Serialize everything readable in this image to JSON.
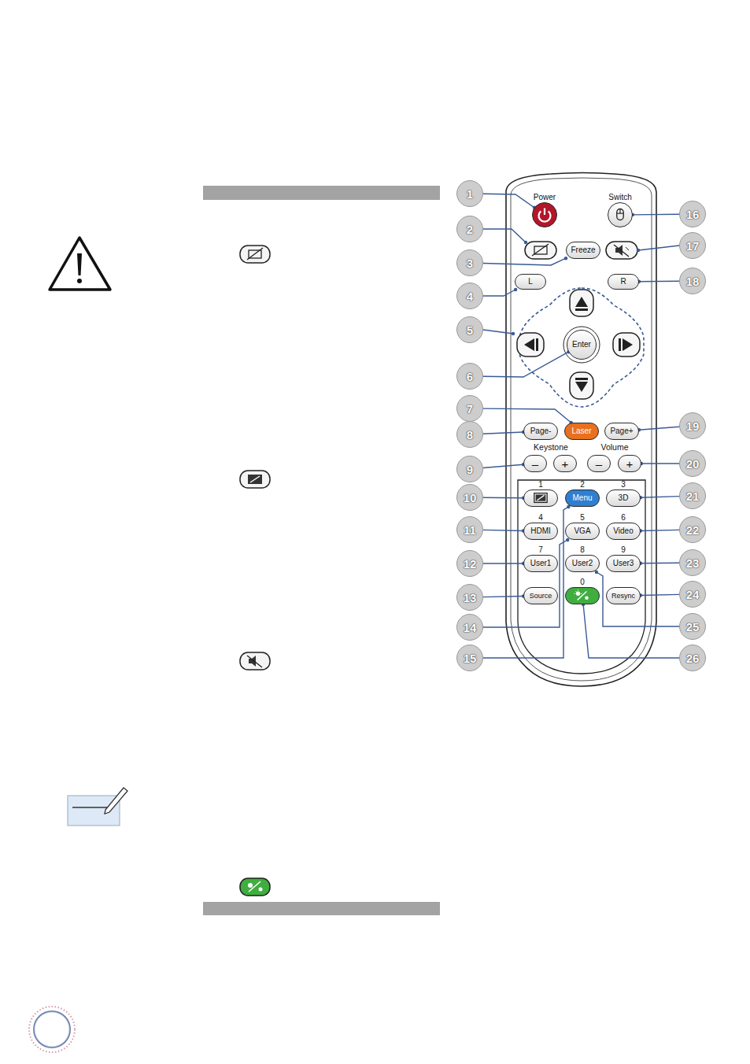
{
  "diagram": {
    "nodes": [
      {
        "text": [
          "Power"
        ]
      },
      {
        "text": [
          "Switch"
        ]
      },
      {
        "text": [
          "Freeze"
        ]
      },
      {
        "text": [
          "L"
        ]
      },
      {
        "text": [
          "R"
        ]
      },
      {
        "text": [
          "Enter"
        ]
      },
      {
        "text": [
          "Page-"
        ]
      },
      {
        "text": [
          "Laser"
        ]
      },
      {
        "text": [
          "Page+"
        ]
      },
      {
        "text": [
          "–"
        ]
      },
      {
        "text": [
          "+"
        ]
      },
      {
        "text": [
          "–"
        ]
      },
      {
        "text": [
          "+"
        ]
      },
      {
        "text": [
          "1"
        ]
      },
      {
        "text": [
          "2",
          "Menu"
        ]
      },
      {
        "text": [
          "3",
          "3D"
        ]
      },
      {
        "text": [
          "4",
          "HDMI"
        ]
      },
      {
        "text": [
          "5",
          "VGA"
        ]
      },
      {
        "text": [
          "6",
          "Video"
        ]
      },
      {
        "text": [
          "7",
          "User1"
        ]
      },
      {
        "text": [
          "8",
          "User2"
        ]
      },
      {
        "text": [
          "9",
          "User3"
        ]
      },
      {
        "text": [
          "Source"
        ]
      },
      {
        "text": [
          "0"
        ]
      },
      {
        "text": [
          "Resync"
        ]
      },
      {
        "text": [
          "1"
        ]
      },
      {
        "text": [
          "2"
        ]
      },
      {
        "text": [
          "3"
        ]
      },
      {
        "text": [
          "4"
        ]
      },
      {
        "text": [
          "5"
        ]
      },
      {
        "text": [
          "6"
        ]
      },
      {
        "text": [
          "7"
        ]
      },
      {
        "text": [
          "8"
        ]
      },
      {
        "text": [
          "9"
        ]
      },
      {
        "text": [
          "10"
        ]
      },
      {
        "text": [
          "11"
        ]
      },
      {
        "text": [
          "12"
        ]
      },
      {
        "text": [
          "13"
        ]
      },
      {
        "text": [
          "14"
        ]
      },
      {
        "text": [
          "15"
        ]
      },
      {
        "text": [
          "16"
        ]
      },
      {
        "text": [
          "17"
        ]
      },
      {
        "text": [
          "18"
        ]
      },
      {
        "text": [
          "19"
        ]
      },
      {
        "text": [
          "20"
        ]
      },
      {
        "text": [
          "21"
        ]
      },
      {
        "text": [
          "22"
        ]
      },
      {
        "text": [
          "23"
        ]
      },
      {
        "text": [
          "24"
        ]
      },
      {
        "text": [
          "25"
        ]
      },
      {
        "text": [
          "26"
        ]
      }
    ],
    "edges": [
      {
        "from": 25,
        "to": 0,
        "arrow": "none"
      },
      {
        "from": 27,
        "to": 2,
        "arrow": "none"
      },
      {
        "from": 28,
        "to": 3,
        "arrow": "none"
      },
      {
        "from": 30,
        "to": 5,
        "arrow": "none"
      },
      {
        "from": 31,
        "to": 7,
        "arrow": "none"
      },
      {
        "from": 32,
        "to": 6,
        "arrow": "none"
      },
      {
        "from": 33,
        "to": 9,
        "arrow": "none"
      },
      {
        "from": 34,
        "to": 13,
        "arrow": "none"
      },
      {
        "from": 35,
        "to": 16,
        "arrow": "none"
      },
      {
        "from": 36,
        "to": 19,
        "arrow": "none"
      },
      {
        "from": 37,
        "to": 22,
        "arrow": "none"
      },
      {
        "from": 38,
        "to": 17,
        "arrow": "none"
      },
      {
        "from": 39,
        "to": 14,
        "arrow": "none"
      },
      {
        "from": 40,
        "to": 1,
        "arrow": "none"
      },
      {
        "from": 42,
        "to": 4,
        "arrow": "none"
      },
      {
        "from": 43,
        "to": 8,
        "arrow": "none"
      },
      {
        "from": 44,
        "to": 12,
        "arrow": "none"
      },
      {
        "from": 45,
        "to": 15,
        "arrow": "none"
      },
      {
        "from": 46,
        "to": 18,
        "arrow": "none"
      },
      {
        "from": 47,
        "to": 21,
        "arrow": "none"
      },
      {
        "from": 48,
        "to": 24,
        "arrow": "none"
      },
      {
        "from": 49,
        "to": 20,
        "arrow": "none"
      },
      {
        "from": 50,
        "to": 23,
        "arrow": "none"
      }
    ],
    "labels": [
      "Keystone",
      "Volume"
    ]
  }
}
